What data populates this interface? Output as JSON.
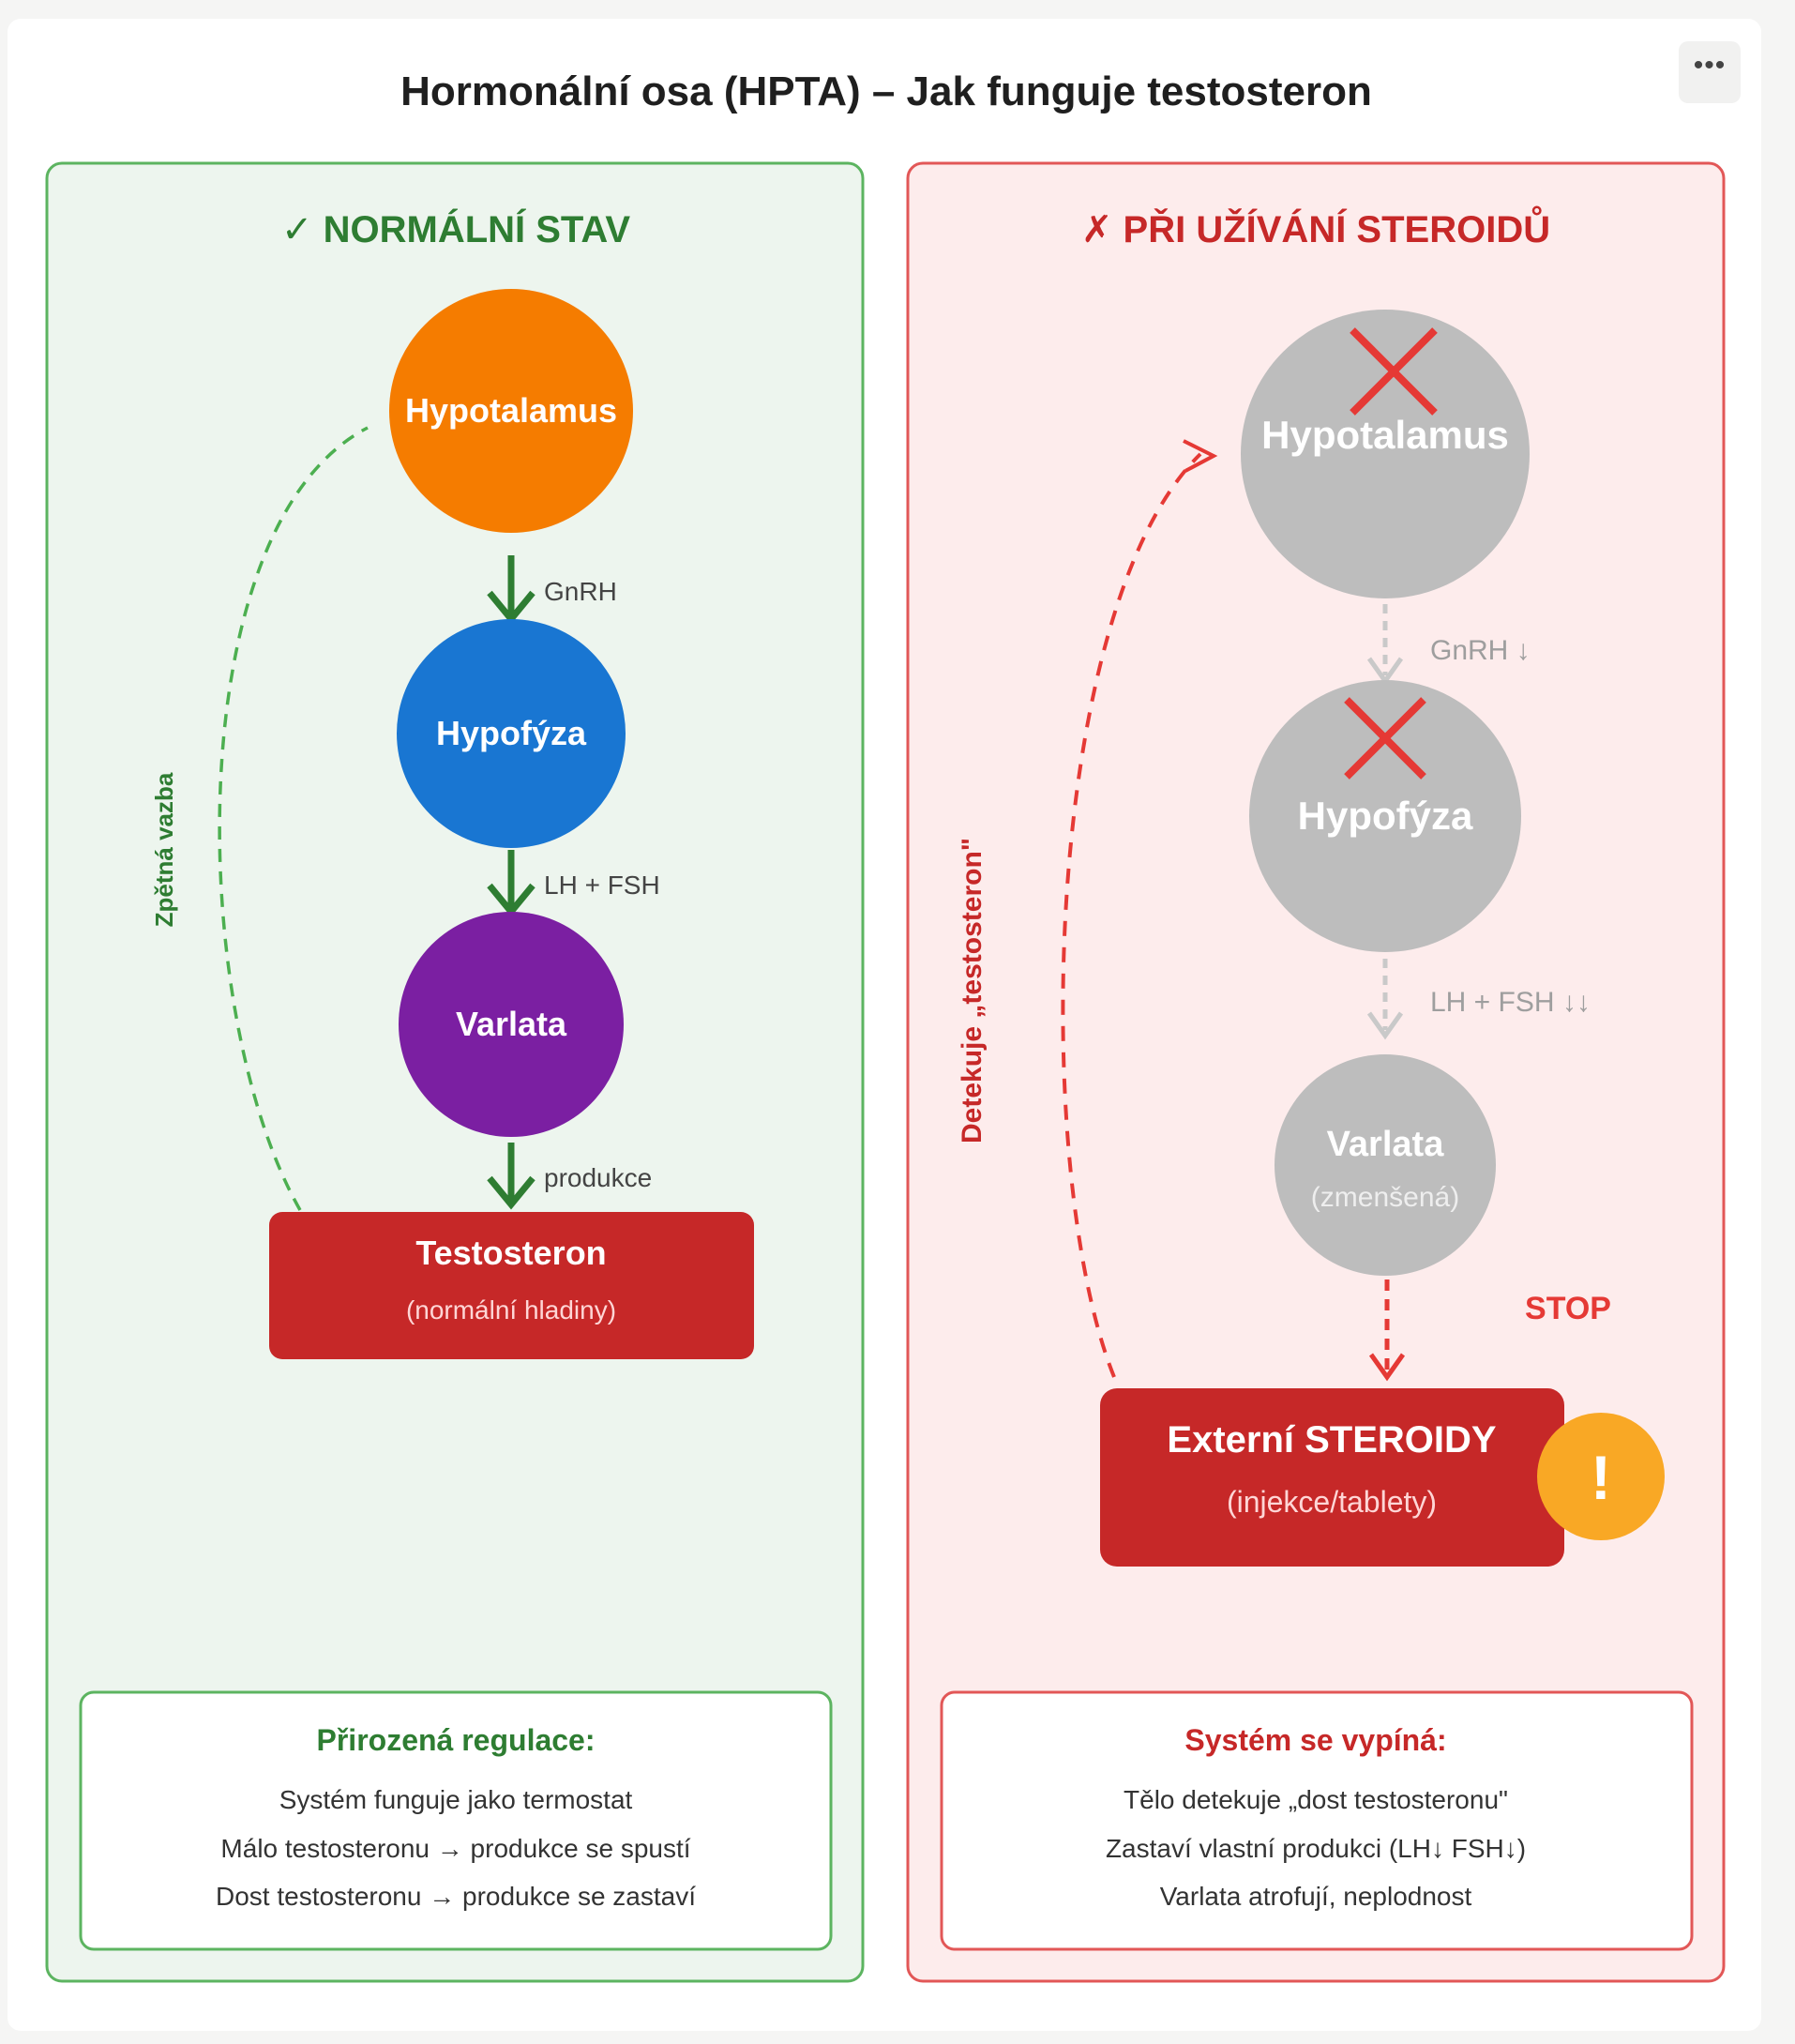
{
  "toolbar": {
    "more_label": "•••"
  },
  "title": "Hormonální osa (HPTA) – Jak funguje testosteron",
  "normal": {
    "heading": "✓ NORMÁLNÍ STAV",
    "hypothalamus": "Hypotalamus",
    "gnrh": "GnRH",
    "pituitary": "Hypofýza",
    "lh_fsh": "LH + FSH",
    "testes": "Varlata",
    "production": "produkce",
    "testosterone": "Testosteron",
    "testosterone_sub": "(normální hladiny)",
    "feedback": "Zpětná vazba",
    "info_title": "Přirozená regulace:",
    "info_lines": [
      "Systém funguje jako termostat",
      "Málo testosteronu → produkce se spustí",
      "Dost testosteronu → produkce se zastaví"
    ]
  },
  "steroid": {
    "heading": "✗ PŘI UŽÍVÁNÍ STEROIDŮ",
    "hypothalamus": "Hypotalamus",
    "gnrh": "GnRH ↓",
    "pituitary": "Hypofýza",
    "lh_fsh": "LH + FSH ↓↓",
    "testes": "Varlata",
    "testes_sub": "(zmenšená)",
    "stop": "STOP",
    "external": "Externí STEROIDY",
    "external_sub": "(injekce/tablety)",
    "warning": "!",
    "detect": "Detekuje „testosteron\"",
    "info_title": "Systém se vypíná:",
    "info_lines": [
      "Tělo detekuje „dost testosteronu\"",
      "Zastaví vlastní produkci (LH↓ FSH↓)",
      "Varlata atrofují, neplodnost"
    ]
  },
  "colors": {
    "green": "#2e7d32",
    "red": "#c62828",
    "orange": "#f57c00",
    "blue": "#1976d2",
    "purple": "#7b1fa2",
    "gray": "#bdbdbd",
    "amber": "#f9a825"
  }
}
